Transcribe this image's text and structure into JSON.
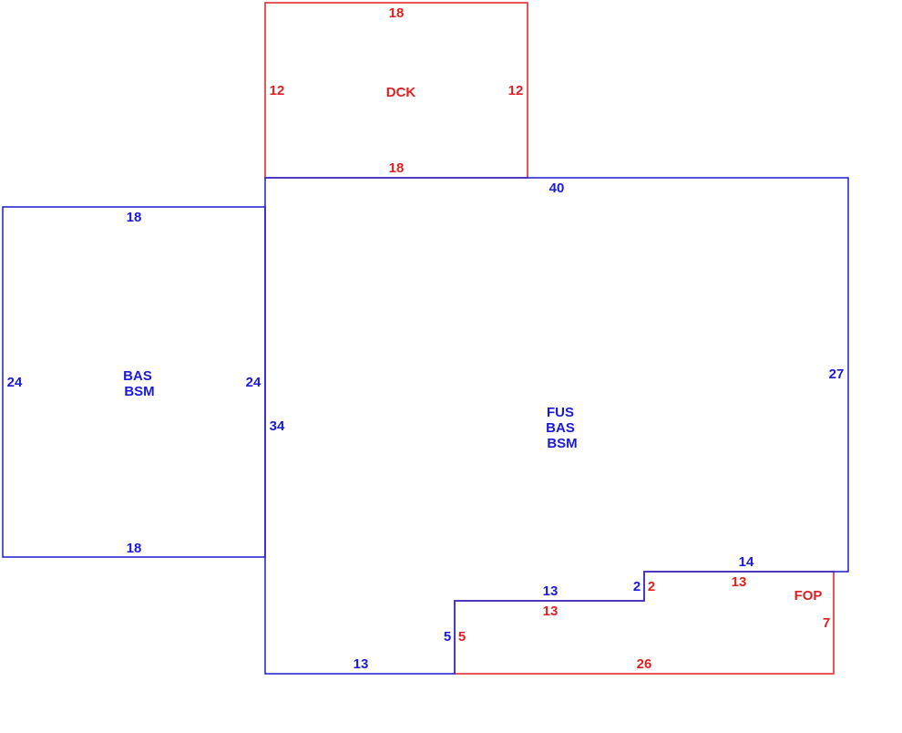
{
  "colors": {
    "main": "#1a1ad6",
    "accent": "#e02020",
    "background": "#ffffff"
  },
  "areas": {
    "dck": {
      "code": "DCK"
    },
    "bas_left": {
      "line1": "BAS",
      "line2": "BSM"
    },
    "main": {
      "line1": "FUS",
      "line2": "BAS",
      "line3": "BSM"
    },
    "fop": {
      "code": "FOP"
    }
  },
  "dimensions": {
    "dck_top": "18",
    "dck_left": "12",
    "dck_right": "12",
    "dck_bottom": "18",
    "main_top": "40",
    "left_top": "18",
    "left_left": "24",
    "left_right": "24",
    "left_bottom": "18",
    "main_left": "34",
    "main_right": "27",
    "main_step_upper": "14",
    "main_step_mid": "13",
    "main_step_vert": "2",
    "main_step_lower_vert": "5",
    "main_bottom": "13",
    "fop_top": "13",
    "fop_mid": "13",
    "fop_step_vert": "2",
    "fop_left_vert": "5",
    "fop_right": "7",
    "fop_bottom": "26"
  }
}
